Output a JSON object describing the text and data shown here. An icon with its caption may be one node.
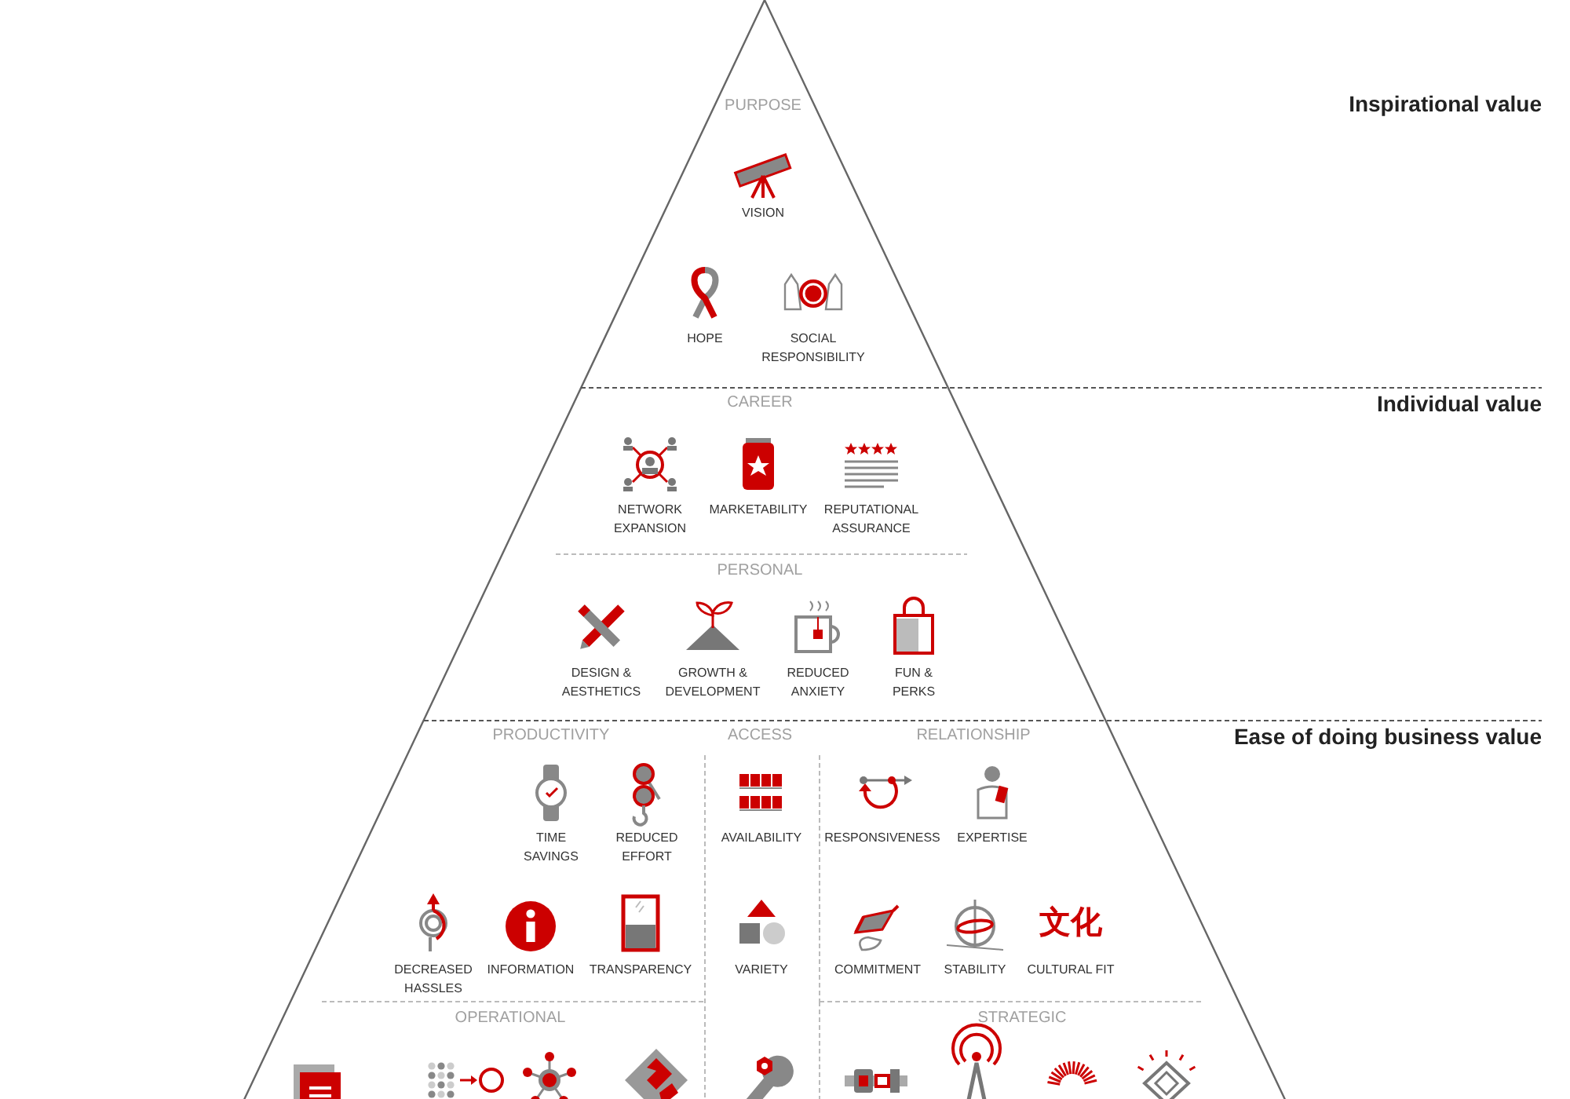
{
  "diagram": {
    "labels": [
      "PURPOSE",
      "Inspirational value",
      "VISION",
      "HOPE",
      "SOCIAL RESPONSIBILITY",
      "CAREER",
      "Individual value",
      "NETWORK EXPANSION",
      "MARKETABILITY",
      "REPUTATIONAL ASSURANCE",
      "PERSONAL",
      "DESIGN & AESTHETICS",
      "GROWTH & DEVELOPMENT",
      "REDUCED ANXIETY",
      "FUN & PERKS",
      "PRODUCTIVITY",
      "ACCESS",
      "RELATIONSHIP",
      "Ease of doing business value",
      "TIME SAVINGS",
      "REDUCED EFFORT",
      "AVAILABILITY",
      "RESPONSIVENESS",
      "EXPERTISE",
      "文化",
      "DECREASED HASSLES",
      "INFORMATION",
      "TRANSPARENCY",
      "VARIETY",
      "COMMITMENT",
      "STABILITY",
      "CULTURAL FIT",
      "OPERATIONAL",
      "STRATEGIC"
    ]
  }
}
